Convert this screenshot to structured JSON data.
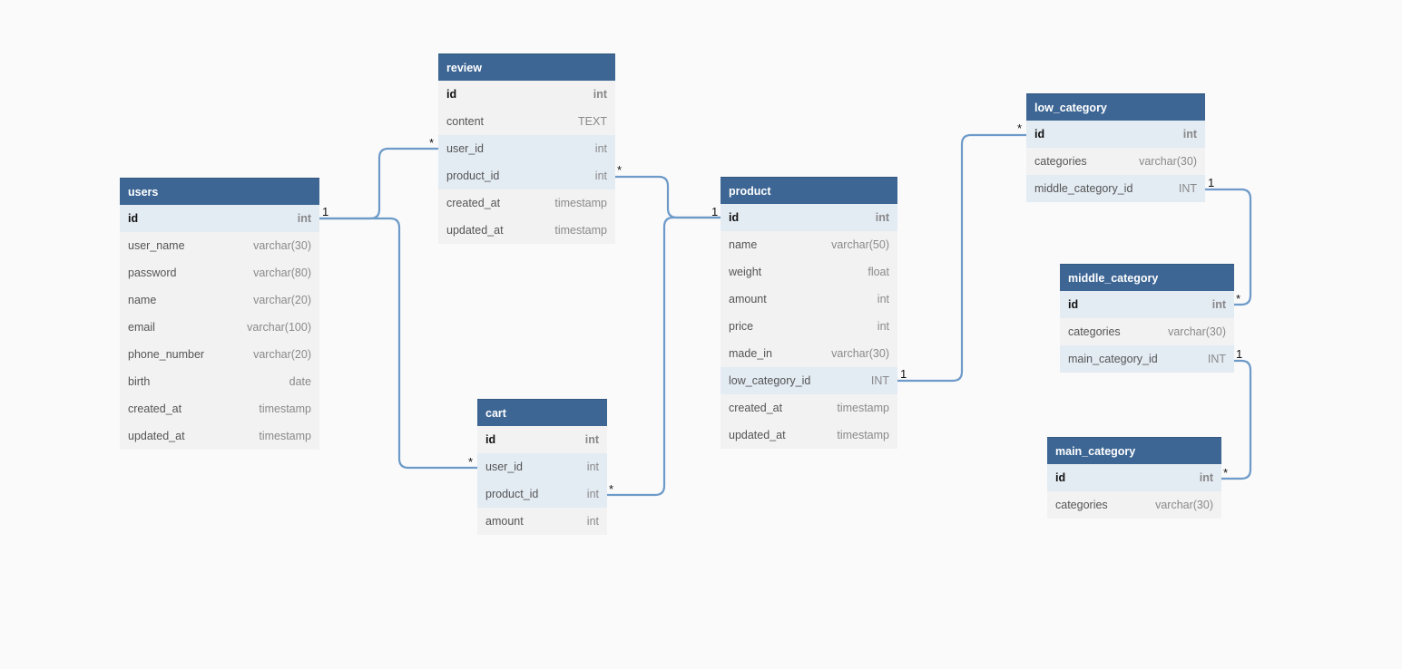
{
  "tables": {
    "review": {
      "title": "review",
      "columns": [
        {
          "name": "id",
          "type": "int"
        },
        {
          "name": "content",
          "type": "TEXT"
        },
        {
          "name": "user_id",
          "type": "int"
        },
        {
          "name": "product_id",
          "type": "int"
        },
        {
          "name": "created_at",
          "type": "timestamp"
        },
        {
          "name": "updated_at",
          "type": "timestamp"
        }
      ]
    },
    "users": {
      "title": "users",
      "columns": [
        {
          "name": "id",
          "type": "int"
        },
        {
          "name": "user_name",
          "type": "varchar(30)"
        },
        {
          "name": "password",
          "type": "varchar(80)"
        },
        {
          "name": "name",
          "type": "varchar(20)"
        },
        {
          "name": "email",
          "type": "varchar(100)"
        },
        {
          "name": "phone_number",
          "type": "varchar(20)"
        },
        {
          "name": "birth",
          "type": "date"
        },
        {
          "name": "created_at",
          "type": "timestamp"
        },
        {
          "name": "updated_at",
          "type": "timestamp"
        }
      ]
    },
    "product": {
      "title": "product",
      "columns": [
        {
          "name": "id",
          "type": "int"
        },
        {
          "name": "name",
          "type": "varchar(50)"
        },
        {
          "name": "weight",
          "type": "float"
        },
        {
          "name": "amount",
          "type": "int"
        },
        {
          "name": "price",
          "type": "int"
        },
        {
          "name": "made_in",
          "type": "varchar(30)"
        },
        {
          "name": "low_category_id",
          "type": "INT"
        },
        {
          "name": "created_at",
          "type": "timestamp"
        },
        {
          "name": "updated_at",
          "type": "timestamp"
        }
      ]
    },
    "cart": {
      "title": "cart",
      "columns": [
        {
          "name": "id",
          "type": "int"
        },
        {
          "name": "user_id",
          "type": "int"
        },
        {
          "name": "product_id",
          "type": "int"
        },
        {
          "name": "amount",
          "type": "int"
        }
      ]
    },
    "low_category": {
      "title": "low_category",
      "columns": [
        {
          "name": "id",
          "type": "int"
        },
        {
          "name": "categories",
          "type": "varchar(30)"
        },
        {
          "name": "middle_category_id",
          "type": "INT"
        }
      ]
    },
    "middle_category": {
      "title": "middle_category",
      "columns": [
        {
          "name": "id",
          "type": "int"
        },
        {
          "name": "categories",
          "type": "varchar(30)"
        },
        {
          "name": "main_category_id",
          "type": "INT"
        }
      ]
    },
    "main_category": {
      "title": "main_category",
      "columns": [
        {
          "name": "id",
          "type": "int"
        },
        {
          "name": "categories",
          "type": "varchar(30)"
        }
      ]
    }
  },
  "relations": [
    {
      "from": "users.id",
      "to": "review.user_id",
      "from_card": "1",
      "to_card": "*"
    },
    {
      "from": "users.id",
      "to": "cart.user_id",
      "from_card": "1",
      "to_card": "*"
    },
    {
      "from": "product.id",
      "to": "review.product_id",
      "from_card": "1",
      "to_card": "*"
    },
    {
      "from": "product.id",
      "to": "cart.product_id",
      "from_card": "1",
      "to_card": "*"
    },
    {
      "from": "product.low_category_id",
      "to": "low_category.id",
      "from_card": "1",
      "to_card": "*"
    },
    {
      "from": "low_category.middle_category_id",
      "to": "middle_category.id",
      "from_card": "1",
      "to_card": "*"
    },
    {
      "from": "middle_category.main_category_id",
      "to": "main_category.id",
      "from_card": "1",
      "to_card": "*"
    }
  ],
  "colors": {
    "header": "#3d6694",
    "row": "#f2f2f2",
    "row_highlight": "#e3ebf3",
    "edge": "#6d9ac8",
    "background": "#fafafa"
  }
}
